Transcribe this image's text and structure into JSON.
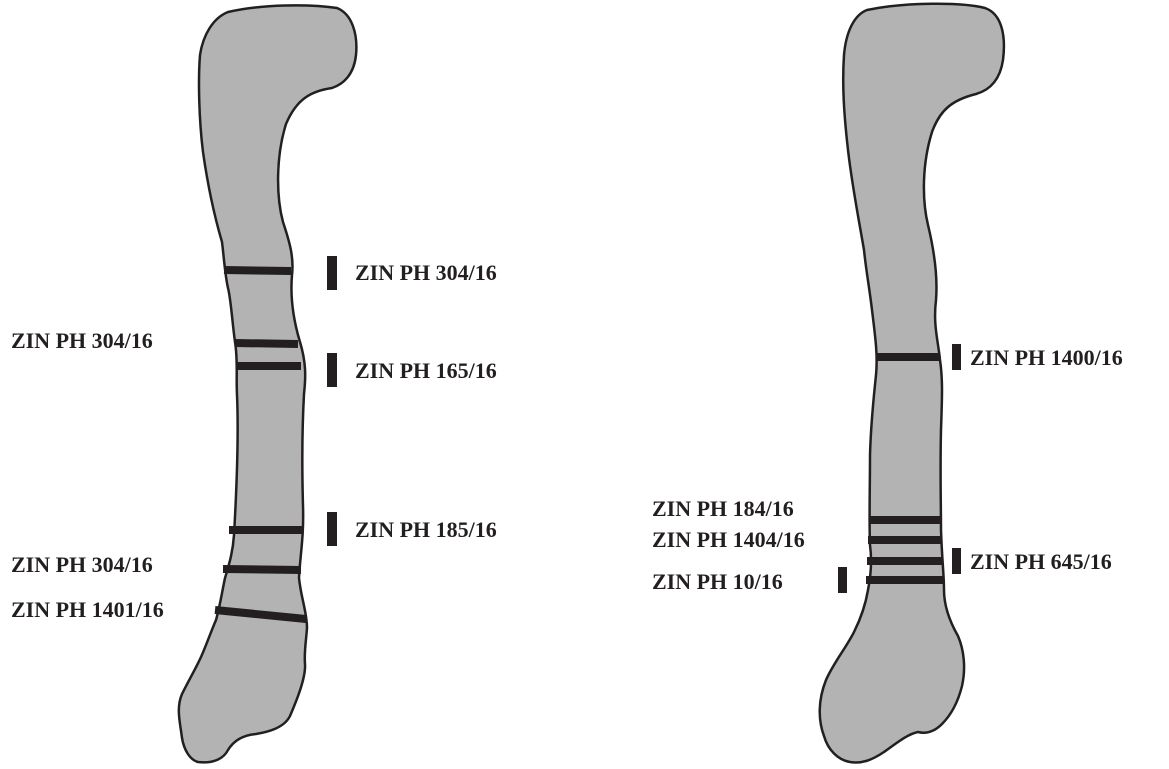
{
  "colors": {
    "bone_fill": "#b3b3b3",
    "outline": "#231f20",
    "marks": "#231f20",
    "background": "#ffffff"
  },
  "left_bone": {
    "labels": [
      {
        "id": "l1",
        "text": "ZIN PH 304/16",
        "side": "right"
      },
      {
        "id": "l2",
        "text": "ZIN PH 304/16",
        "side": "left"
      },
      {
        "id": "l3",
        "text": "ZIN PH 165/16",
        "side": "right"
      },
      {
        "id": "l4",
        "text": "ZIN PH 185/16",
        "side": "right"
      },
      {
        "id": "l5",
        "text": "ZIN PH 304/16",
        "side": "left"
      },
      {
        "id": "l6",
        "text": "ZIN PH 1401/16",
        "side": "left"
      }
    ]
  },
  "right_bone": {
    "labels": [
      {
        "id": "r1",
        "text": "ZIN PH 1400/16",
        "side": "right"
      },
      {
        "id": "r2",
        "text": "ZIN PH 184/16",
        "side": "left"
      },
      {
        "id": "r3",
        "text": "ZIN PH 1404/16",
        "side": "left"
      },
      {
        "id": "r4",
        "text": "ZIN PH 645/16",
        "side": "right"
      },
      {
        "id": "r5",
        "text": "ZIN PH 10/16",
        "side": "left"
      }
    ]
  }
}
